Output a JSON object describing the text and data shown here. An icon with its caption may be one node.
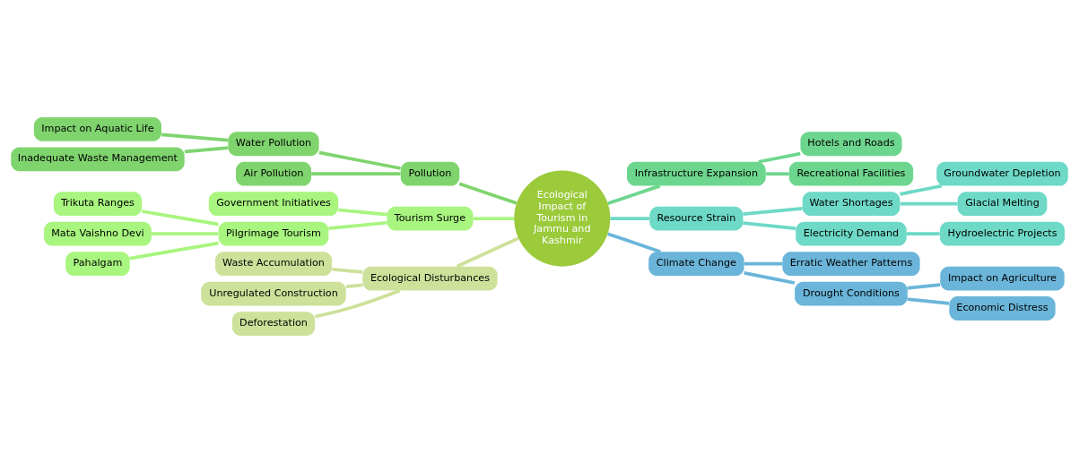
{
  "diagram": {
    "nodes": [
      {
        "text": [
          "Ecological Impact of Tourism in Jammu and Kashmir"
        ]
      },
      {
        "text": [
          "Pollution"
        ]
      },
      {
        "text": [
          "Water Pollution"
        ]
      },
      {
        "text": [
          "Impact on Aquatic Life"
        ]
      },
      {
        "text": [
          "Inadequate Waste Management"
        ]
      },
      {
        "text": [
          "Air Pollution"
        ]
      },
      {
        "text": [
          "Infrastructure Expansion"
        ]
      },
      {
        "text": [
          "Hotels and Roads"
        ]
      },
      {
        "text": [
          "Recreational Facilities"
        ]
      },
      {
        "text": [
          "Resource Strain"
        ]
      },
      {
        "text": [
          "Water Shortages"
        ]
      },
      {
        "text": [
          "Groundwater Depletion"
        ]
      },
      {
        "text": [
          "Glacial Melting"
        ]
      },
      {
        "text": [
          "Electricity Demand"
        ]
      },
      {
        "text": [
          "Hydroelectric Projects"
        ]
      },
      {
        "text": [
          "Climate Change"
        ]
      },
      {
        "text": [
          "Erratic Weather Patterns"
        ]
      },
      {
        "text": [
          "Drought Conditions"
        ]
      },
      {
        "text": [
          "Impact on Agriculture"
        ]
      },
      {
        "text": [
          "Economic Distress"
        ]
      },
      {
        "text": [
          "Tourism Surge"
        ]
      },
      {
        "text": [
          "Government Initiatives"
        ]
      },
      {
        "text": [
          "Pilgrimage Tourism"
        ]
      },
      {
        "text": [
          "Trikuta Ranges"
        ]
      },
      {
        "text": [
          "Mata Vaishno Devi"
        ]
      },
      {
        "text": [
          "Pahalgam"
        ]
      },
      {
        "text": [
          "Ecological Disturbances"
        ]
      },
      {
        "text": [
          "Waste Accumulation"
        ]
      },
      {
        "text": [
          "Unregulated Construction"
        ]
      },
      {
        "text": [
          "Deforestation"
        ]
      }
    ],
    "edges": [
      {
        "from": 0,
        "to": 1,
        "arrow": "none",
        "color": "#7fd46e"
      },
      {
        "from": 1,
        "to": 2,
        "arrow": "none",
        "color": "#7fd46e"
      },
      {
        "from": 2,
        "to": 3,
        "arrow": "none",
        "color": "#7fd46e"
      },
      {
        "from": 2,
        "to": 4,
        "arrow": "none",
        "color": "#7fd46e"
      },
      {
        "from": 1,
        "to": 5,
        "arrow": "none",
        "color": "#7fd46e"
      },
      {
        "from": 0,
        "to": 6,
        "arrow": "none",
        "color": "#6dd68e"
      },
      {
        "from": 6,
        "to": 7,
        "arrow": "none",
        "color": "#6dd68e"
      },
      {
        "from": 6,
        "to": 8,
        "arrow": "none",
        "color": "#6dd68e"
      },
      {
        "from": 0,
        "to": 9,
        "arrow": "none",
        "color": "#6dd9c6"
      },
      {
        "from": 9,
        "to": 10,
        "arrow": "none",
        "color": "#6dd9c6"
      },
      {
        "from": 10,
        "to": 11,
        "arrow": "none",
        "color": "#6dd9c6"
      },
      {
        "from": 10,
        "to": 12,
        "arrow": "none",
        "color": "#6dd9c6"
      },
      {
        "from": 9,
        "to": 13,
        "arrow": "none",
        "color": "#6dd9c6"
      },
      {
        "from": 13,
        "to": 14,
        "arrow": "none",
        "color": "#6dd9c6"
      },
      {
        "from": 0,
        "to": 15,
        "arrow": "none",
        "color": "#6ab5d9"
      },
      {
        "from": 15,
        "to": 16,
        "arrow": "none",
        "color": "#6ab5d9"
      },
      {
        "from": 15,
        "to": 17,
        "arrow": "none",
        "color": "#6ab5d9"
      },
      {
        "from": 17,
        "to": 18,
        "arrow": "none",
        "color": "#6ab5d9"
      },
      {
        "from": 17,
        "to": 19,
        "arrow": "none",
        "color": "#6ab5d9"
      },
      {
        "from": 0,
        "to": 20,
        "arrow": "none",
        "color": "#a8f57f"
      },
      {
        "from": 20,
        "to": 21,
        "arrow": "none",
        "color": "#a8f57f"
      },
      {
        "from": 20,
        "to": 22,
        "arrow": "none",
        "color": "#a8f57f"
      },
      {
        "from": 22,
        "to": 23,
        "arrow": "none",
        "color": "#a8f57f"
      },
      {
        "from": 22,
        "to": 24,
        "arrow": "none",
        "color": "#a8f57f"
      },
      {
        "from": 22,
        "to": 25,
        "arrow": "none",
        "color": "#a8f57f"
      },
      {
        "from": 0,
        "to": 26,
        "arrow": "none",
        "color": "#cde19a"
      },
      {
        "from": 26,
        "to": 27,
        "arrow": "none",
        "color": "#cde19a"
      },
      {
        "from": 26,
        "to": 28,
        "arrow": "none",
        "color": "#cde19a"
      },
      {
        "from": 26,
        "to": 29,
        "arrow": "none",
        "color": "#cde19a"
      }
    ]
  }
}
